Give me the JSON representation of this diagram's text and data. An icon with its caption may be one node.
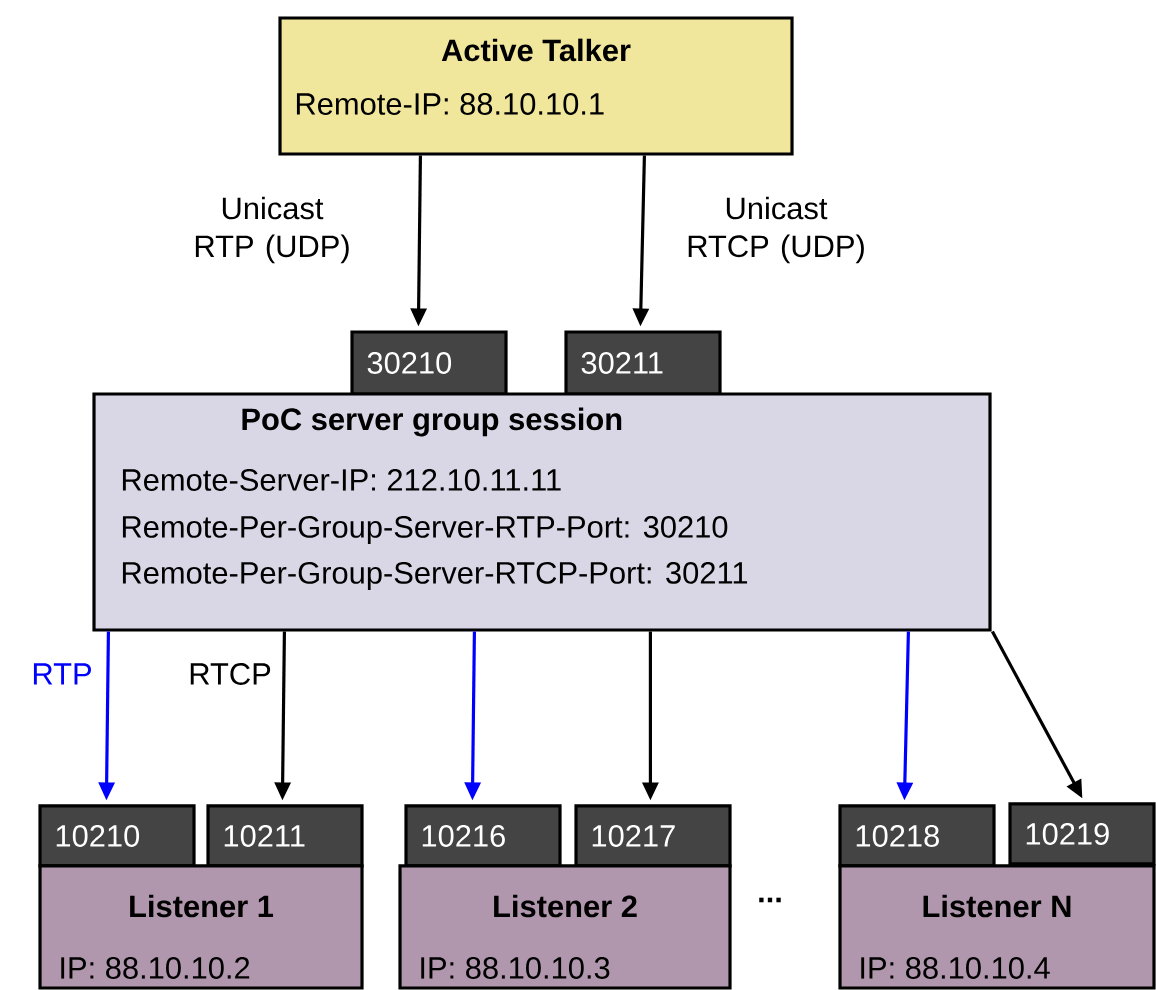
{
  "diagram": {
    "nodes": [
      {
        "text": [
          "Active Talker",
          "Remote-IP: 88.10.10.1"
        ]
      },
      {
        "text": [
          "30210"
        ]
      },
      {
        "text": [
          "30211"
        ]
      },
      {
        "text": [
          "PoC server group session",
          "Remote-Server-IP: 212.10.11.11",
          "Remote-Per-Group-Server-RTP-Port: 30210",
          "Remote-Per-Group-Server-RTCP-Port: 30211"
        ]
      },
      {
        "text": [
          "10210"
        ]
      },
      {
        "text": [
          "10211"
        ]
      },
      {
        "text": [
          "Listener 1",
          "IP: 88.10.10.2"
        ]
      },
      {
        "text": [
          "10216"
        ]
      },
      {
        "text": [
          "10217"
        ]
      },
      {
        "text": [
          "Listener 2",
          "IP: 88.10.10.3"
        ]
      },
      {
        "text": [
          "10218"
        ]
      },
      {
        "text": [
          "10219"
        ]
      },
      {
        "text": [
          "Listener N",
          "IP: 88.10.10.4"
        ]
      }
    ],
    "edges": [
      {
        "from": 0,
        "to": 1,
        "arrow": "to",
        "label": "Unicast RTP (UDP)"
      },
      {
        "from": 0,
        "to": 2,
        "arrow": "to",
        "label": "Unicast RTCP (UDP)"
      },
      {
        "from": 3,
        "to": 4,
        "arrow": "to",
        "label": "RTP",
        "color": "#0000ff"
      },
      {
        "from": 3,
        "to": 5,
        "arrow": "to",
        "label": "RTCP"
      },
      {
        "from": 3,
        "to": 7,
        "arrow": "to",
        "color": "#0000ff"
      },
      {
        "from": 3,
        "to": 8,
        "arrow": "to"
      },
      {
        "from": 3,
        "to": 10,
        "arrow": "to",
        "color": "#0000ff"
      },
      {
        "from": 3,
        "to": 11,
        "arrow": "to"
      }
    ],
    "labels": [
      "..."
    ]
  }
}
